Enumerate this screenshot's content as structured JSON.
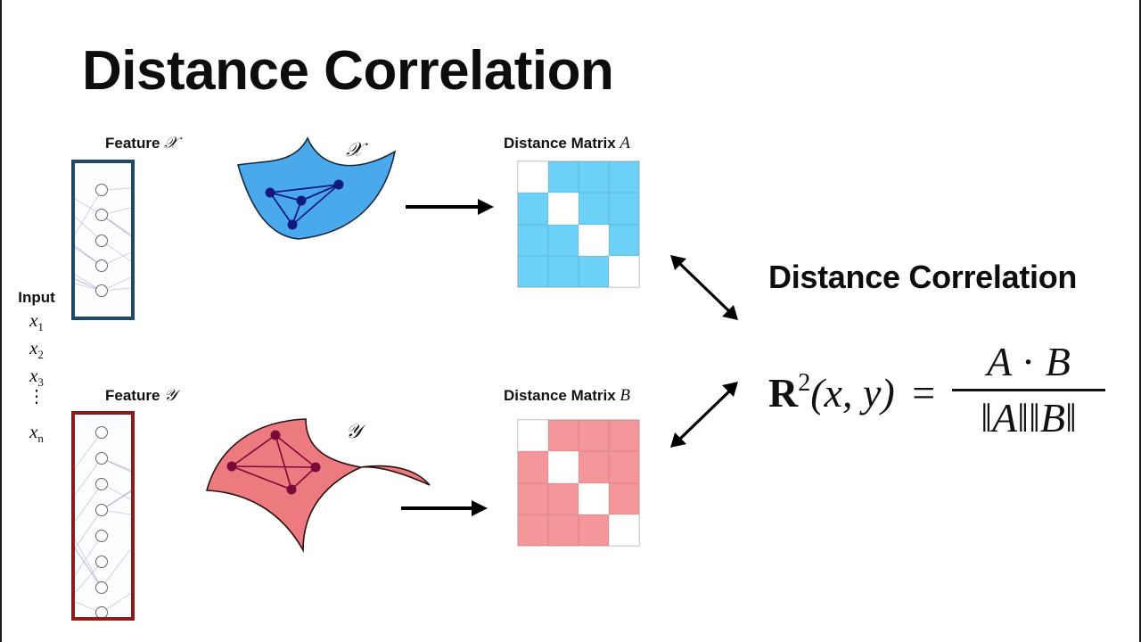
{
  "slide": {
    "title": "Distance Correlation",
    "border_color": "#1a1a1a"
  },
  "input": {
    "header": "Input",
    "variables": [
      {
        "base": "x",
        "sub": "1"
      },
      {
        "base": "x",
        "sub": "2"
      },
      {
        "base": "x",
        "sub": "3"
      },
      {
        "base": "⋮",
        "sub": ""
      },
      {
        "base": "x",
        "sub": "n"
      }
    ]
  },
  "feature_x": {
    "label": "Feature",
    "symbol": "𝒳",
    "box_color": "#1d4a66",
    "node_count": 5,
    "manifold_label": "𝒳",
    "manifold_color": "#4aa8ec",
    "point_color": "#0d1a80"
  },
  "feature_y": {
    "label": "Feature",
    "symbol": "𝒴",
    "box_color": "#8e1b1b",
    "node_count": 8,
    "manifold_label": "𝒴",
    "manifold_color": "#ec7a7e",
    "point_color": "#7a0a3a"
  },
  "matrix_a": {
    "label": "Distance Matrix",
    "symbol": "A",
    "fill_color": "#6dd0f7",
    "diag_color": "#ffffff",
    "size": 4
  },
  "matrix_b": {
    "label": "Distance Matrix",
    "symbol": "B",
    "fill_color": "#f4969a",
    "diag_color": "#ffffff",
    "size": 4
  },
  "result": {
    "heading": "Distance Correlation",
    "formula": {
      "lhs_symbol": "R",
      "lhs_exponent": "2",
      "lhs_args": "(x, y)",
      "equals": "=",
      "numerator_left": "A",
      "numerator_op": "·",
      "numerator_right": "B",
      "denominator": "‖A‖‖B‖"
    }
  }
}
